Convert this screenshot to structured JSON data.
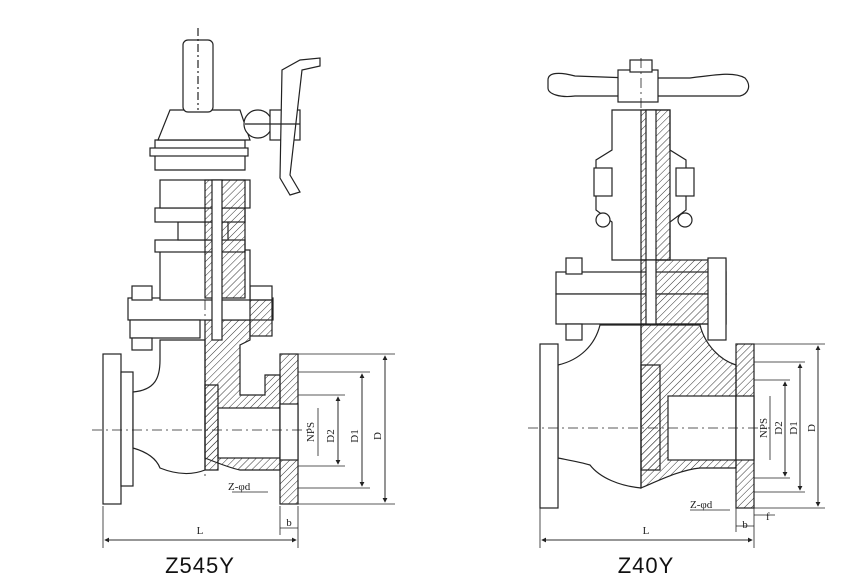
{
  "valves": [
    {
      "model": "Z545Y",
      "labels": {
        "L": "L",
        "b": "b",
        "D": "D",
        "D1": "D1",
        "D2": "D2",
        "NPS": "NPS",
        "holes": "Z-φd"
      }
    },
    {
      "model": "Z40Y",
      "labels": {
        "L": "L",
        "b": "b",
        "f": "f",
        "D": "D",
        "D1": "D1",
        "D2": "D2",
        "NPS": "NPS",
        "holes": "Z-φd"
      }
    }
  ]
}
